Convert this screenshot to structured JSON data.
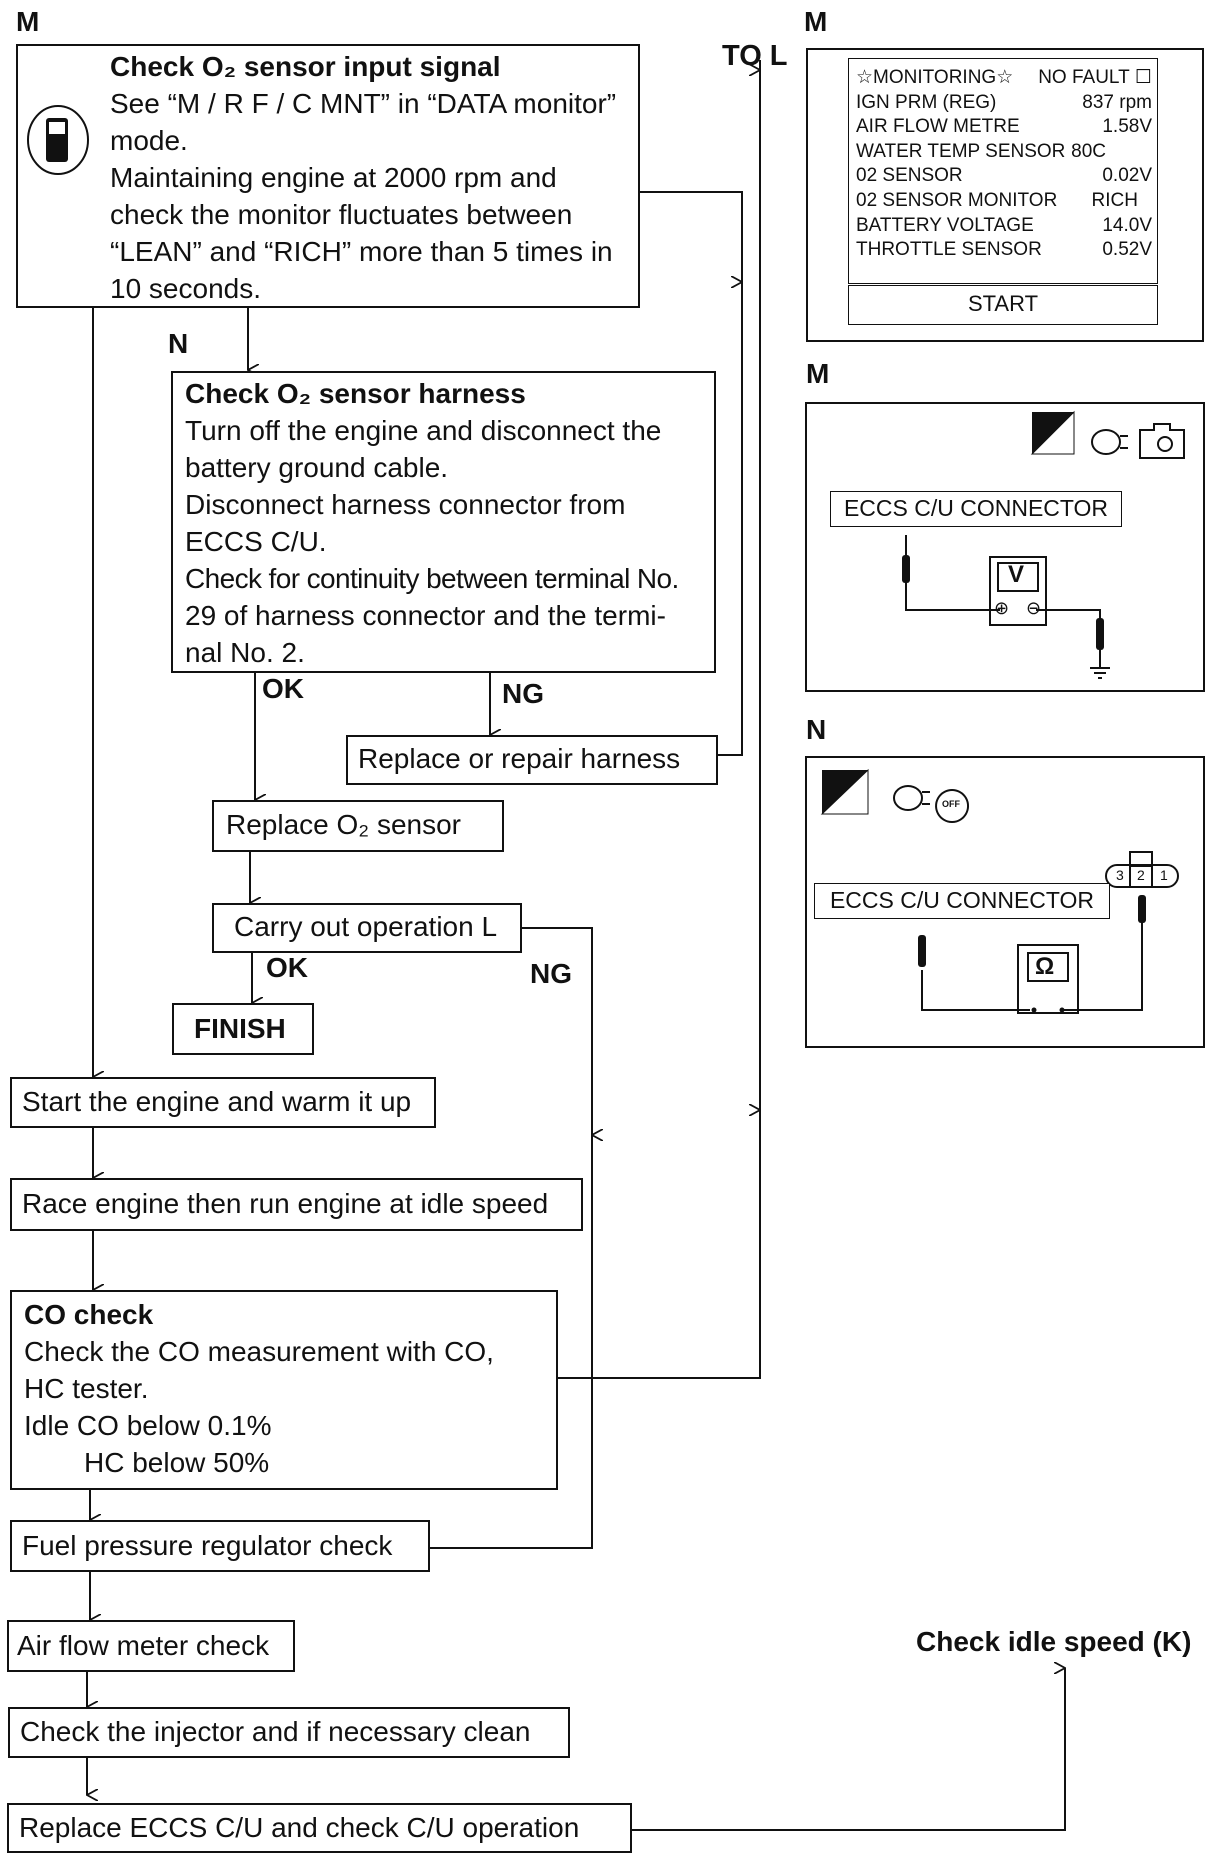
{
  "labels": {
    "m_main": "M",
    "m_monitor": "M",
    "m_connector": "M",
    "n_connector": "N",
    "n_flow": "N",
    "to_l": "TO L",
    "ok1": "OK",
    "ng1": "NG",
    "ok2": "OK",
    "ng2": "NG"
  },
  "steps": {
    "check_o2_signal": {
      "title": "Check O₂ sensor input signal",
      "lines": [
        "See “M / R F / C MNT” in “DATA monitor”",
        "mode.",
        "Maintaining engine at 2000 rpm and",
        "check the monitor fluctuates between",
        "“LEAN” and “RICH” more than 5 times in",
        "10 seconds."
      ]
    },
    "check_o2_harness": {
      "title": "Check O₂ sensor harness",
      "lines": [
        "Turn off the engine and disconnect the",
        "battery ground cable.",
        "Disconnect harness connector from",
        "ECCS C/U.",
        "Check for continuity between terminal No.",
        "29 of harness connector and the termi-",
        "nal No. 2."
      ]
    },
    "replace_harness": "Replace or repair harness",
    "replace_o2": "Replace O₂ sensor",
    "carry_out_l": "Carry out operation L",
    "finish": "FINISH",
    "start_engine": "Start the engine and warm it up",
    "race_engine": "Race engine then run engine at idle speed",
    "co_check": {
      "title": "CO check",
      "lines": [
        "Check the CO measurement with CO,",
        "HC tester.",
        "Idle CO below 0.1%",
        "HC below 50%"
      ]
    },
    "fuel_pressure": "Fuel pressure regulator check",
    "air_flow": "Air flow meter check",
    "injector": "Check the injector and if necessary clean",
    "replace_ecu": "Replace ECCS C/U and check C/U operation",
    "check_idle": "Check idle speed (K)"
  },
  "monitor": {
    "header_left": "MONITORING",
    "header_right": "NO FAULT",
    "rows": [
      {
        "label": "IGN PRM (REG)",
        "value": "837 rpm"
      },
      {
        "label": "AIR FLOW METRE",
        "value": "1.58V"
      },
      {
        "label": "WATER TEMP SENSOR",
        "value": "80C"
      },
      {
        "label": "02 SENSOR",
        "value": "0.02V"
      },
      {
        "label": "02 SENSOR MONITOR",
        "value": "RICH"
      },
      {
        "label": "BATTERY VOLTAGE",
        "value": "14.0V"
      },
      {
        "label": "THROTTLE SENSOR",
        "value": "0.52V"
      }
    ],
    "start": "START"
  },
  "connector_m": {
    "label": "ECCS C/U CONNECTOR",
    "meter": "V",
    "plus": "⊕",
    "minus": "⊖",
    "icon_tag": "HS"
  },
  "connector_n": {
    "label": "ECCS C/U CONNECTOR",
    "meter": "Ω",
    "pins": [
      "3",
      "2",
      "1"
    ],
    "icon_tag": "TS",
    "off_tag": "OFF"
  }
}
